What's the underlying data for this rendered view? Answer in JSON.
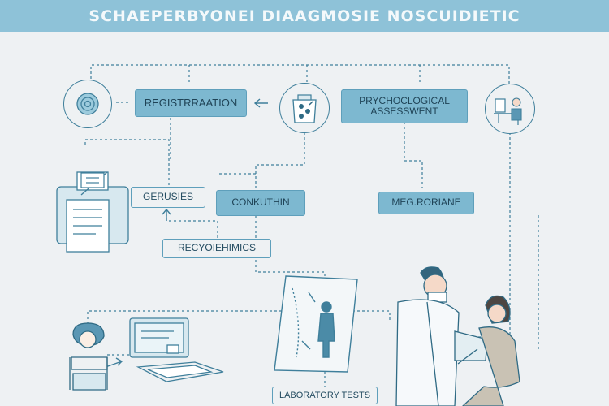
{
  "title": "SCHAEPERBYONEI DIAAGMOSIE NOSCUIDIETIC",
  "nodes": {
    "registration": "REGISTRRAATION",
    "psychological": "PRYCHOCLOGICAL ASSESSWENT",
    "gerusies": "GERUSIES",
    "conkuthin": "CONKUTHIN",
    "meg": "MEG.RORIANE",
    "recy": "RECYOIEHIMICS",
    "lab": "LABORATORY TESTS"
  },
  "colors": {
    "header": "#8ec2d8",
    "box_fill": "#7db8d0",
    "line": "#3f7f9b",
    "background": "#eef1f3"
  }
}
